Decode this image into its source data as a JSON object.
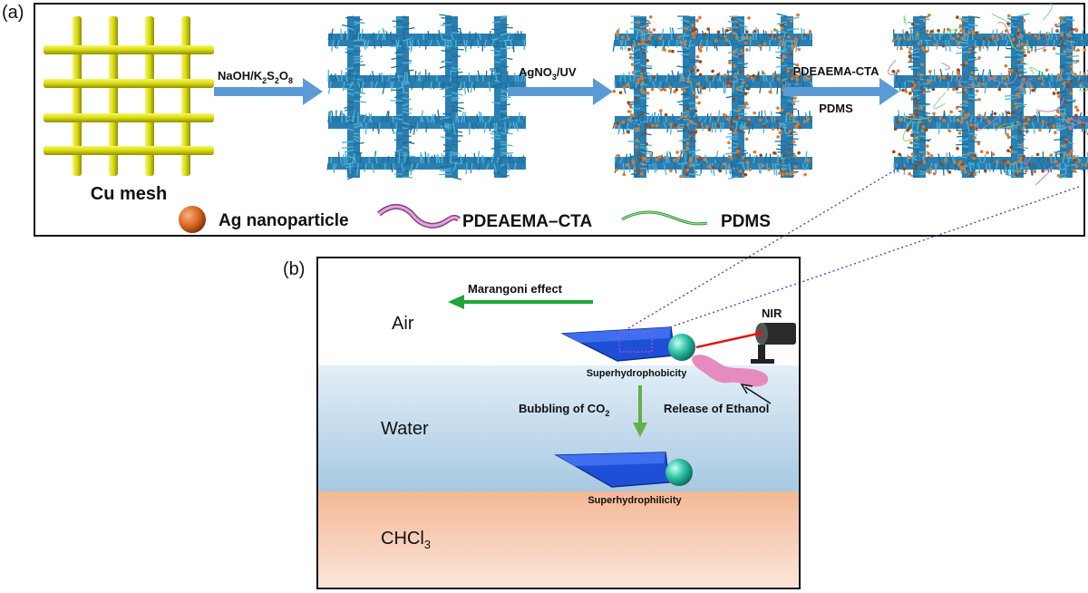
{
  "panel_a": {
    "label": "(a)",
    "step1": {
      "caption": "Cu mesh"
    },
    "arrow1": {
      "base": "NaOH/K",
      "sub1": "2",
      "mid1": "S",
      "sub2": "2",
      "mid2": "O",
      "sub3": "8"
    },
    "arrow2": {
      "base": "AgNO",
      "sub1": "3",
      "tail": "/UV"
    },
    "arrow3": {
      "top": "PDEAEMA-CTA",
      "bottom": "PDMS"
    },
    "legend": {
      "ag": "Ag nanoparticle",
      "pdeaema": "PDEAEMA–CTA",
      "pdms": "PDMS"
    }
  },
  "panel_b": {
    "label": "(b)",
    "marangoni": "Marangoni effect",
    "air": "Air",
    "nir": "NIR",
    "superhydrophobicity": "Superhydrophobicity",
    "bubbling": {
      "base": "Bubbling of CO",
      "sub": "2"
    },
    "release": "Release of Ethanol",
    "water": "Water",
    "superhydrophilicity": "Superhydrophilicity",
    "chcl3": {
      "base": "CHCl",
      "sub": "3"
    }
  },
  "colors": {
    "mesh": "#e4e417",
    "arrow": "#5b9bd5",
    "hydroxide": "#2d7fb5",
    "silver": "#e0782a",
    "pdeaema": "#c27bb6",
    "pdms": "#49b449",
    "boat": "#1f4fd6",
    "sphere": "#2fc2a8",
    "ethanol": "#e58bc0",
    "laser": "#e01818",
    "marangoni_arrow": "#1ea539",
    "water_top": "#e3eef7",
    "water_bottom": "#a6c9e2",
    "chcl3_top": "#f3b896",
    "chcl3_bottom": "#fbe6da"
  }
}
